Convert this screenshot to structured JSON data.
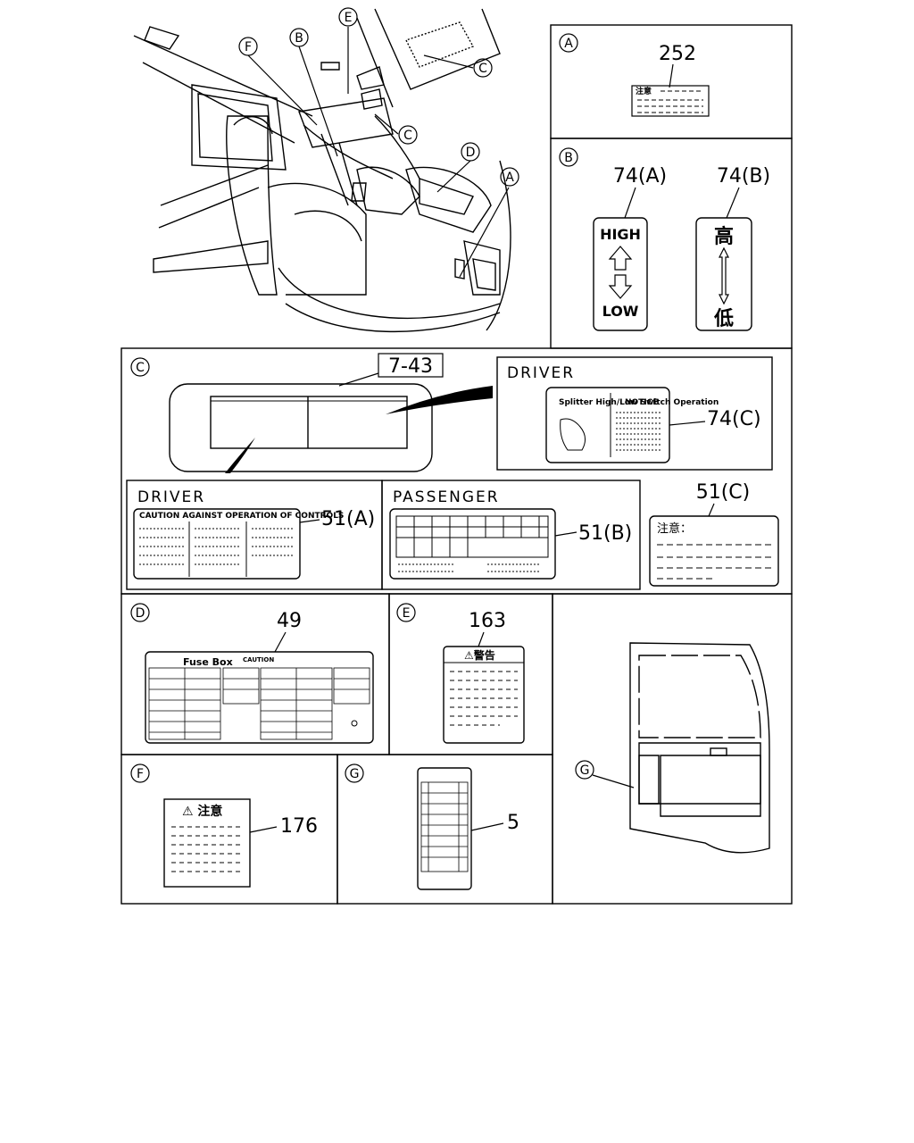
{
  "sections": {
    "A": {
      "letter": "A",
      "part": "252",
      "text": "注意"
    },
    "B": {
      "letter": "B",
      "part_a": "74(A)",
      "part_b": "74(B)",
      "high": "HIGH",
      "low": "LOW",
      "jp_high": "高",
      "jp_low": "低"
    },
    "C": {
      "letter": "C",
      "part_main": "7-43",
      "driver_top": "DRIVER",
      "part_74c": "74(C)",
      "notice_title": "NOTICE",
      "splitter_text": "Splitter High/Low Switch Operation",
      "driver_left": "DRIVER",
      "part_51a": "51(A)",
      "caution_text": "CAUTION AGAINST OPERATION OF CONTROLS",
      "passenger": "PASSENGER",
      "part_51b": "51(B)",
      "part_51c": "51(C)",
      "jp_caution": "注意："
    },
    "D": {
      "letter": "D",
      "part": "49",
      "fuse_box": "Fuse Box",
      "caution": "CAUTION"
    },
    "E": {
      "letter": "E",
      "part": "163",
      "warning": "⚠警告"
    },
    "F": {
      "letter": "F",
      "part": "176",
      "caution": "⚠ 注意"
    },
    "G": {
      "letter": "G",
      "part": "5"
    },
    "overview": {
      "callouts": [
        "F",
        "B",
        "E",
        "C",
        "C",
        "D",
        "A"
      ]
    }
  }
}
